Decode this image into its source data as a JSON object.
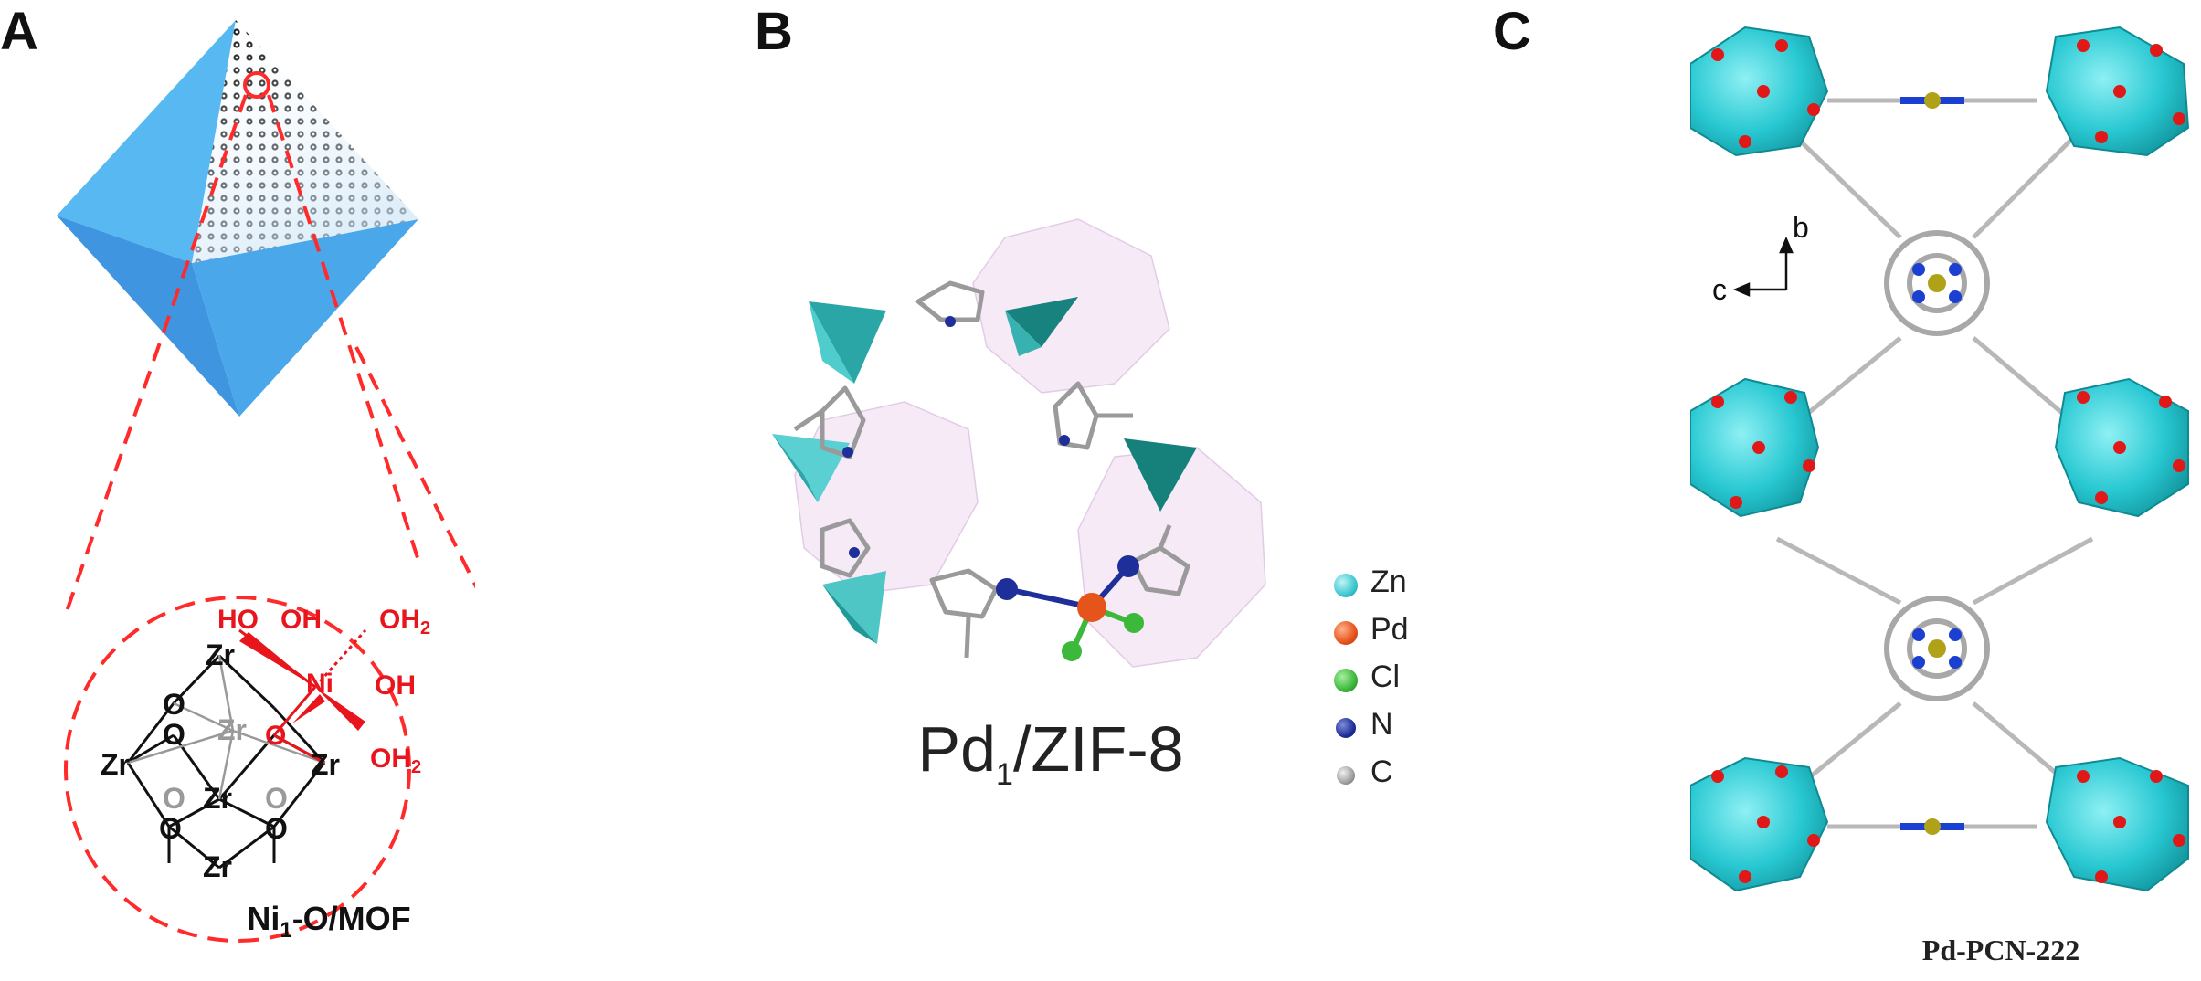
{
  "panels": {
    "a": {
      "letter": "A",
      "caption_main": "Ni",
      "caption_sub": "1",
      "caption_rest": "-O/MOF",
      "atoms": {
        "zr": "Zr",
        "o": "O",
        "ni": "Ni",
        "ho": "HO",
        "oh": "OH",
        "oh2": "OH",
        "sub2": "2"
      },
      "colors": {
        "dashed_line": "#ff2a2a",
        "octahedron_light": "#4fb3f0",
        "octahedron_dark": "#2f7fd8",
        "ligand_red": "#e8151d"
      }
    },
    "b": {
      "letter": "B",
      "caption_main": "Pd",
      "caption_sub": "1",
      "caption_rest": "/ZIF-8",
      "legend": [
        {
          "label": "Zn",
          "color": "#3cc8d0"
        },
        {
          "label": "Pd",
          "color": "#e5541b"
        },
        {
          "label": "Cl",
          "color": "#3cb83a"
        },
        {
          "label": "N",
          "color": "#1f2f9a"
        },
        {
          "label": "C",
          "color": "#a0a0a0"
        }
      ]
    },
    "c": {
      "letter": "C",
      "caption": "Pd-PCN-222",
      "axis_b": "b",
      "axis_c": "c",
      "colors": {
        "cluster": "#28c8d2",
        "oxygen": "#e01818",
        "pd": "#b0a218",
        "nitrogen": "#1b3fd0"
      }
    }
  }
}
